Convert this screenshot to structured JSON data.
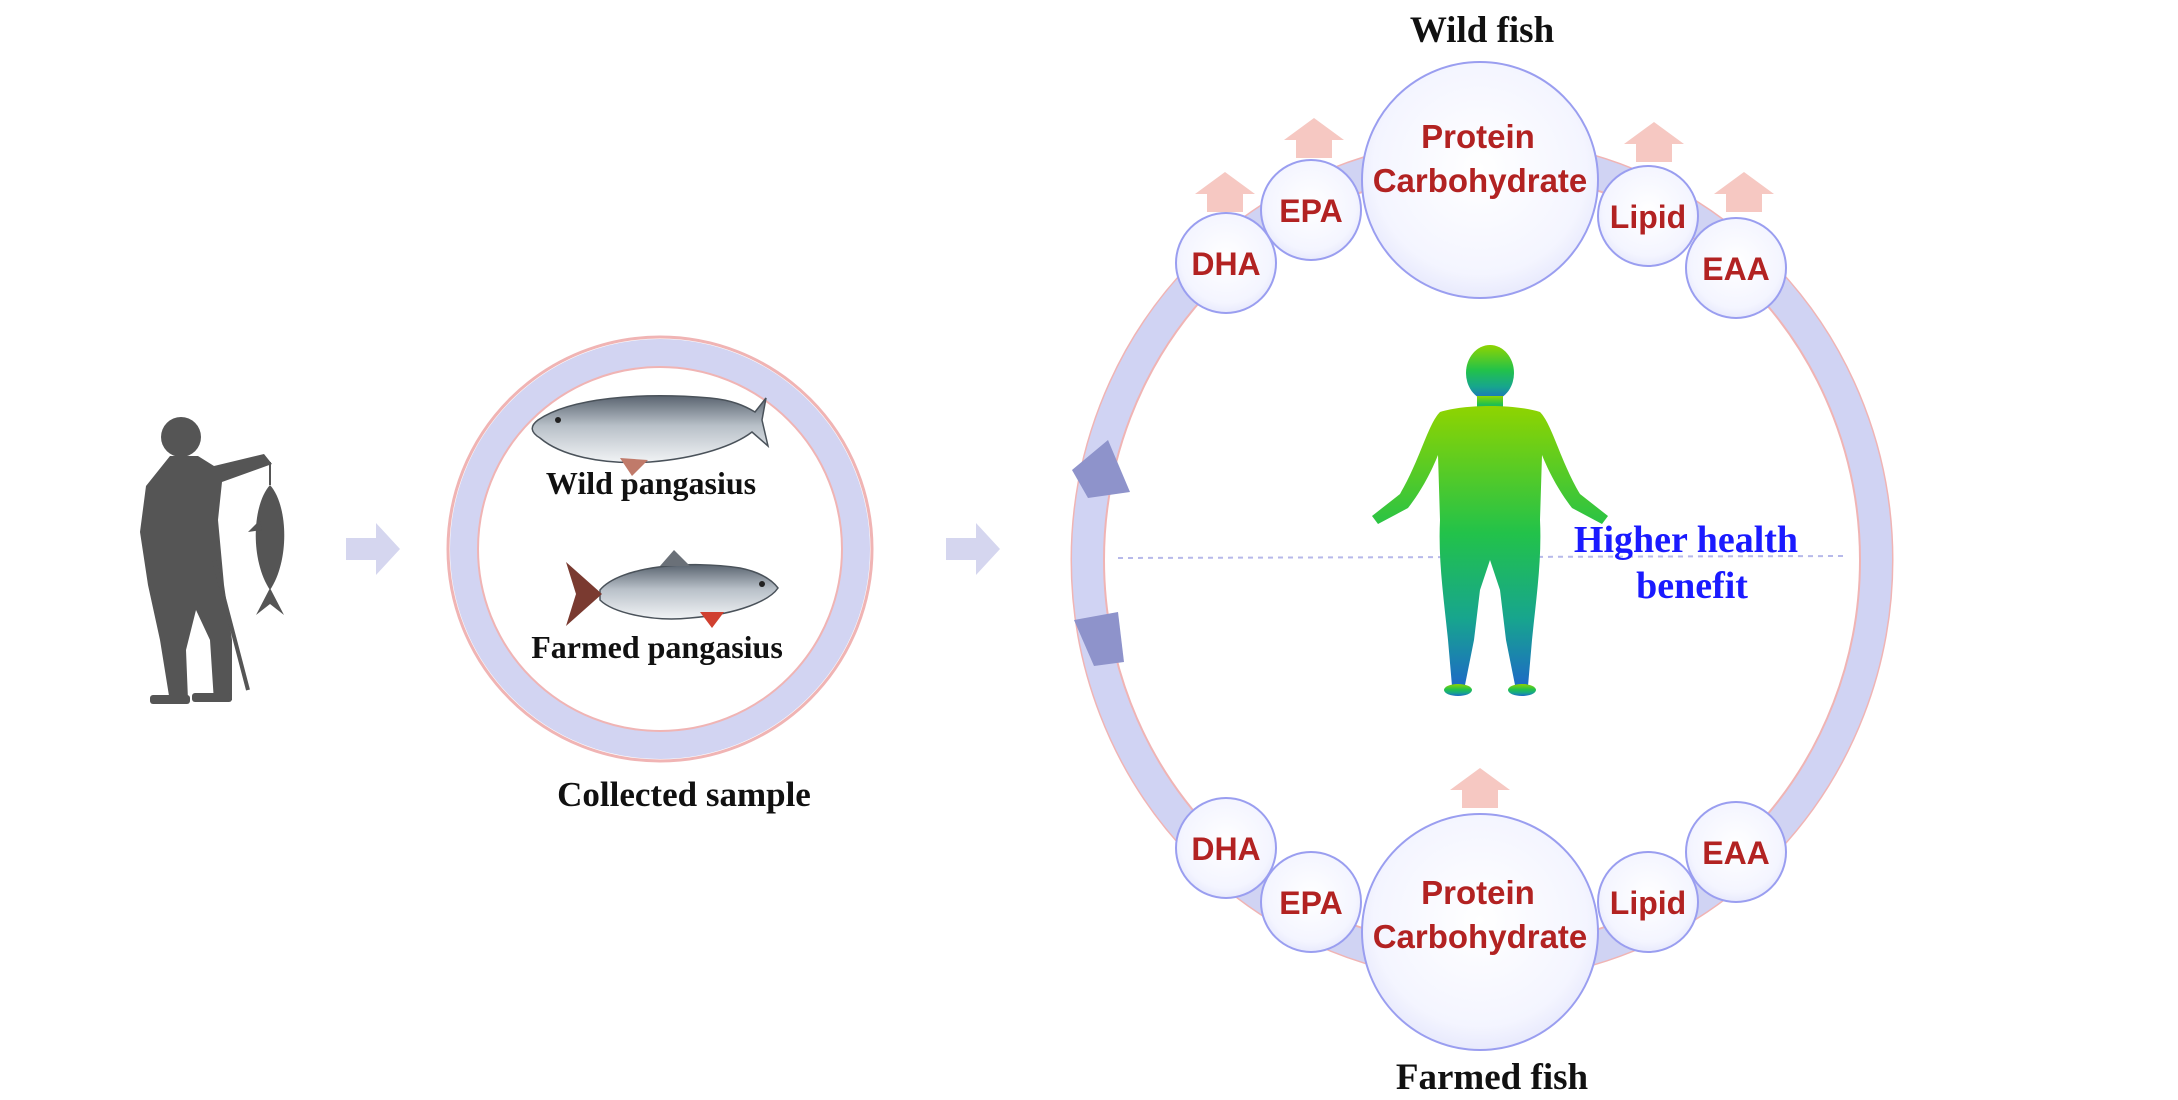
{
  "left": {
    "fish_labels": [
      "Wild pangasius",
      "Farmed pangasius"
    ],
    "caption": "Collected sample"
  },
  "right": {
    "top_title": "Wild fish",
    "bottom_title": "Farmed fish",
    "center_text_line1": "Higher health",
    "center_text_line2": "benefit",
    "top_nutrients": {
      "dha": "DHA",
      "epa": "EPA",
      "big_line1": "Protein",
      "big_line2": "Carbohydrate",
      "lipid": "Lipid",
      "eaa": "EAA"
    },
    "bottom_nutrients": {
      "dha": "DHA",
      "epa": "EPA",
      "big_line1": "Protein",
      "big_line2": "Carbohydrate",
      "lipid": "Lipid",
      "eaa": "EAA"
    }
  },
  "colors": {
    "ring": "#cfd2f2",
    "ring_dark": "#8f94cc",
    "ring_edge": "#f0b4b4",
    "bubble_stroke": "#9a9ef0",
    "nutrient_text": "#b22222",
    "health_text": "#1a1aff",
    "up_arrow": "#f6c8c2",
    "silhouette": "#555555"
  }
}
